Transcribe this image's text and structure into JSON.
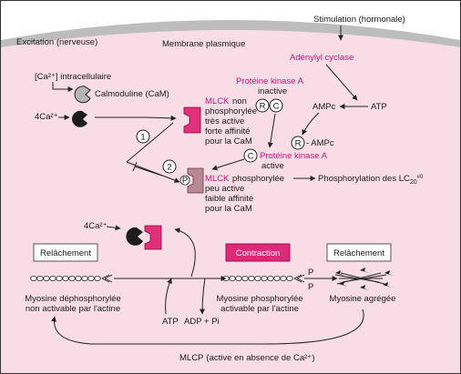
{
  "header": {
    "excitation": "Excitation (nerveuse)",
    "stimulation": "Stimulation (hormonale)",
    "membrane": "Membrane plasmique"
  },
  "enzymes": {
    "adenylyl_cyclase": "Adénylyl cyclase",
    "pka_title": "Protéine kinase A",
    "pka_inactive": "inactive",
    "pka_active_title": "Protéine kinase A",
    "pka_active": "active",
    "r": "R",
    "c": "C",
    "ampc": "AMPc",
    "atp": "ATP",
    "r_ampc": "- AMPc"
  },
  "calcium": {
    "intracellular": "[Ca²⁺] intracellulaire",
    "calmodulin": "Calmoduline (CaM)",
    "ca4_top": "4Ca²⁺",
    "ca4_bottom": "4Ca²⁺"
  },
  "mlck_np": {
    "title": "MLCK",
    "lines": [
      "non",
      "phosphorylée",
      "très active",
      "forte affinité",
      "pour la CaM"
    ]
  },
  "mlck_p": {
    "title": "MLCK",
    "tail": "phosphorylée",
    "lines": [
      "peu active",
      "faible affinité",
      "pour la CaM"
    ],
    "p": "P"
  },
  "steps": {
    "one": "1",
    "two": "2"
  },
  "phosphorylation": {
    "label": "Phosphorylation des LC",
    "sub": "20",
    "sup": "#0"
  },
  "states": {
    "relax_left": "Relâchement",
    "contraction": "Contraction",
    "relax_right": "Relâchement"
  },
  "myosin": {
    "dephos_1": "Myosine déphosphorylée",
    "dephos_2": "non activable par l'actine",
    "phos_1": "Myosine phosphorylée",
    "phos_2": "activable par l'actine",
    "aggregated": "Myosine agrégée",
    "p_top": "P",
    "p_bottom": "P"
  },
  "energy": {
    "atp": "ATP",
    "adp": "ADP + Pi"
  },
  "mlcp": {
    "name": "MLCP",
    "note": "(active en absence de Ca²⁺)"
  },
  "colors": {
    "cytoplasm": "#f9dde6",
    "membrane": "#bdbdbd",
    "magenta": "#c8167a",
    "mlck_np": "#e0317a",
    "mlck_p": "#b98996"
  }
}
